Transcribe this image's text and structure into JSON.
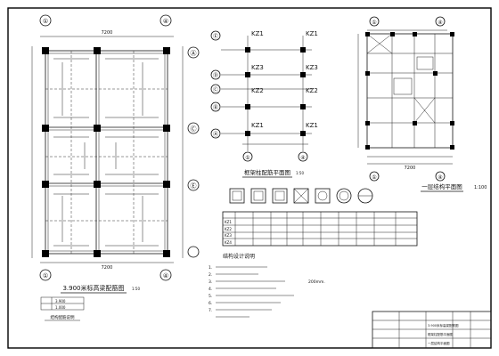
{
  "plan_left": {
    "title": "3.900米标高梁配筋图",
    "scale": "1:50",
    "axis_top": [
      "①",
      "④"
    ],
    "axis_right": [
      "Ⓐ",
      "Ⓒ",
      "Ⓔ"
    ],
    "dim_top": "7200",
    "dim_bottom": "7200",
    "legend": [
      "3.900",
      "1.000"
    ],
    "note_label": "结构配筋说明"
  },
  "column_plan": {
    "title": "框架柱配筋平面图",
    "scale": "1:50",
    "axis_left": [
      "Ⓔ",
      "Ⓓ",
      "Ⓒ",
      "Ⓑ",
      "Ⓐ"
    ],
    "axis_bottom": [
      "①",
      "④"
    ],
    "labels": [
      "KZ1",
      "KZ1",
      "KZ3",
      "KZ3",
      "KZ2",
      "KZ2",
      "KZ1",
      "KZ1"
    ]
  },
  "plan_right": {
    "title": "一层结构平面图",
    "scale": "1:100",
    "axis_top": [
      "①",
      "④"
    ],
    "axis_bottom": [
      "①",
      "④"
    ],
    "dim_bottom": "7200"
  },
  "column_table": {
    "rows": [
      "KZ1",
      "KZ2",
      "KZ3",
      "KZ4"
    ]
  },
  "notes": {
    "title": "结构设计说明",
    "items": [
      "1.",
      "2.",
      "3.",
      "4.",
      "5.",
      "6.",
      "7."
    ],
    "extra": "200mm."
  },
  "title_block": {
    "rows": [
      "3.900米标高梁配筋图",
      "框架柱配筋平面图",
      "一层结构平面图"
    ]
  }
}
